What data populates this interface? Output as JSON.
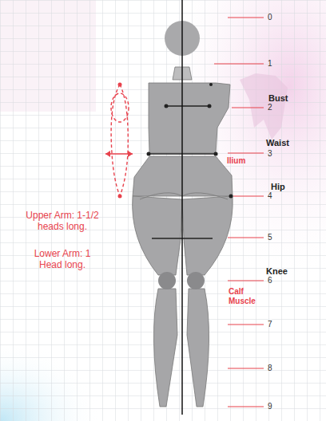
{
  "diagram": {
    "labels": [
      "0",
      "1",
      "Bust",
      "2",
      "Waist",
      "3",
      "Ilium",
      "Hip",
      "4",
      "5",
      "Knee",
      "6",
      "Calf Muscle",
      "7",
      "8",
      "9",
      "Upper Arm: 1-1/2 heads long.",
      "Lower Arm: 1 Head long."
    ]
  }
}
